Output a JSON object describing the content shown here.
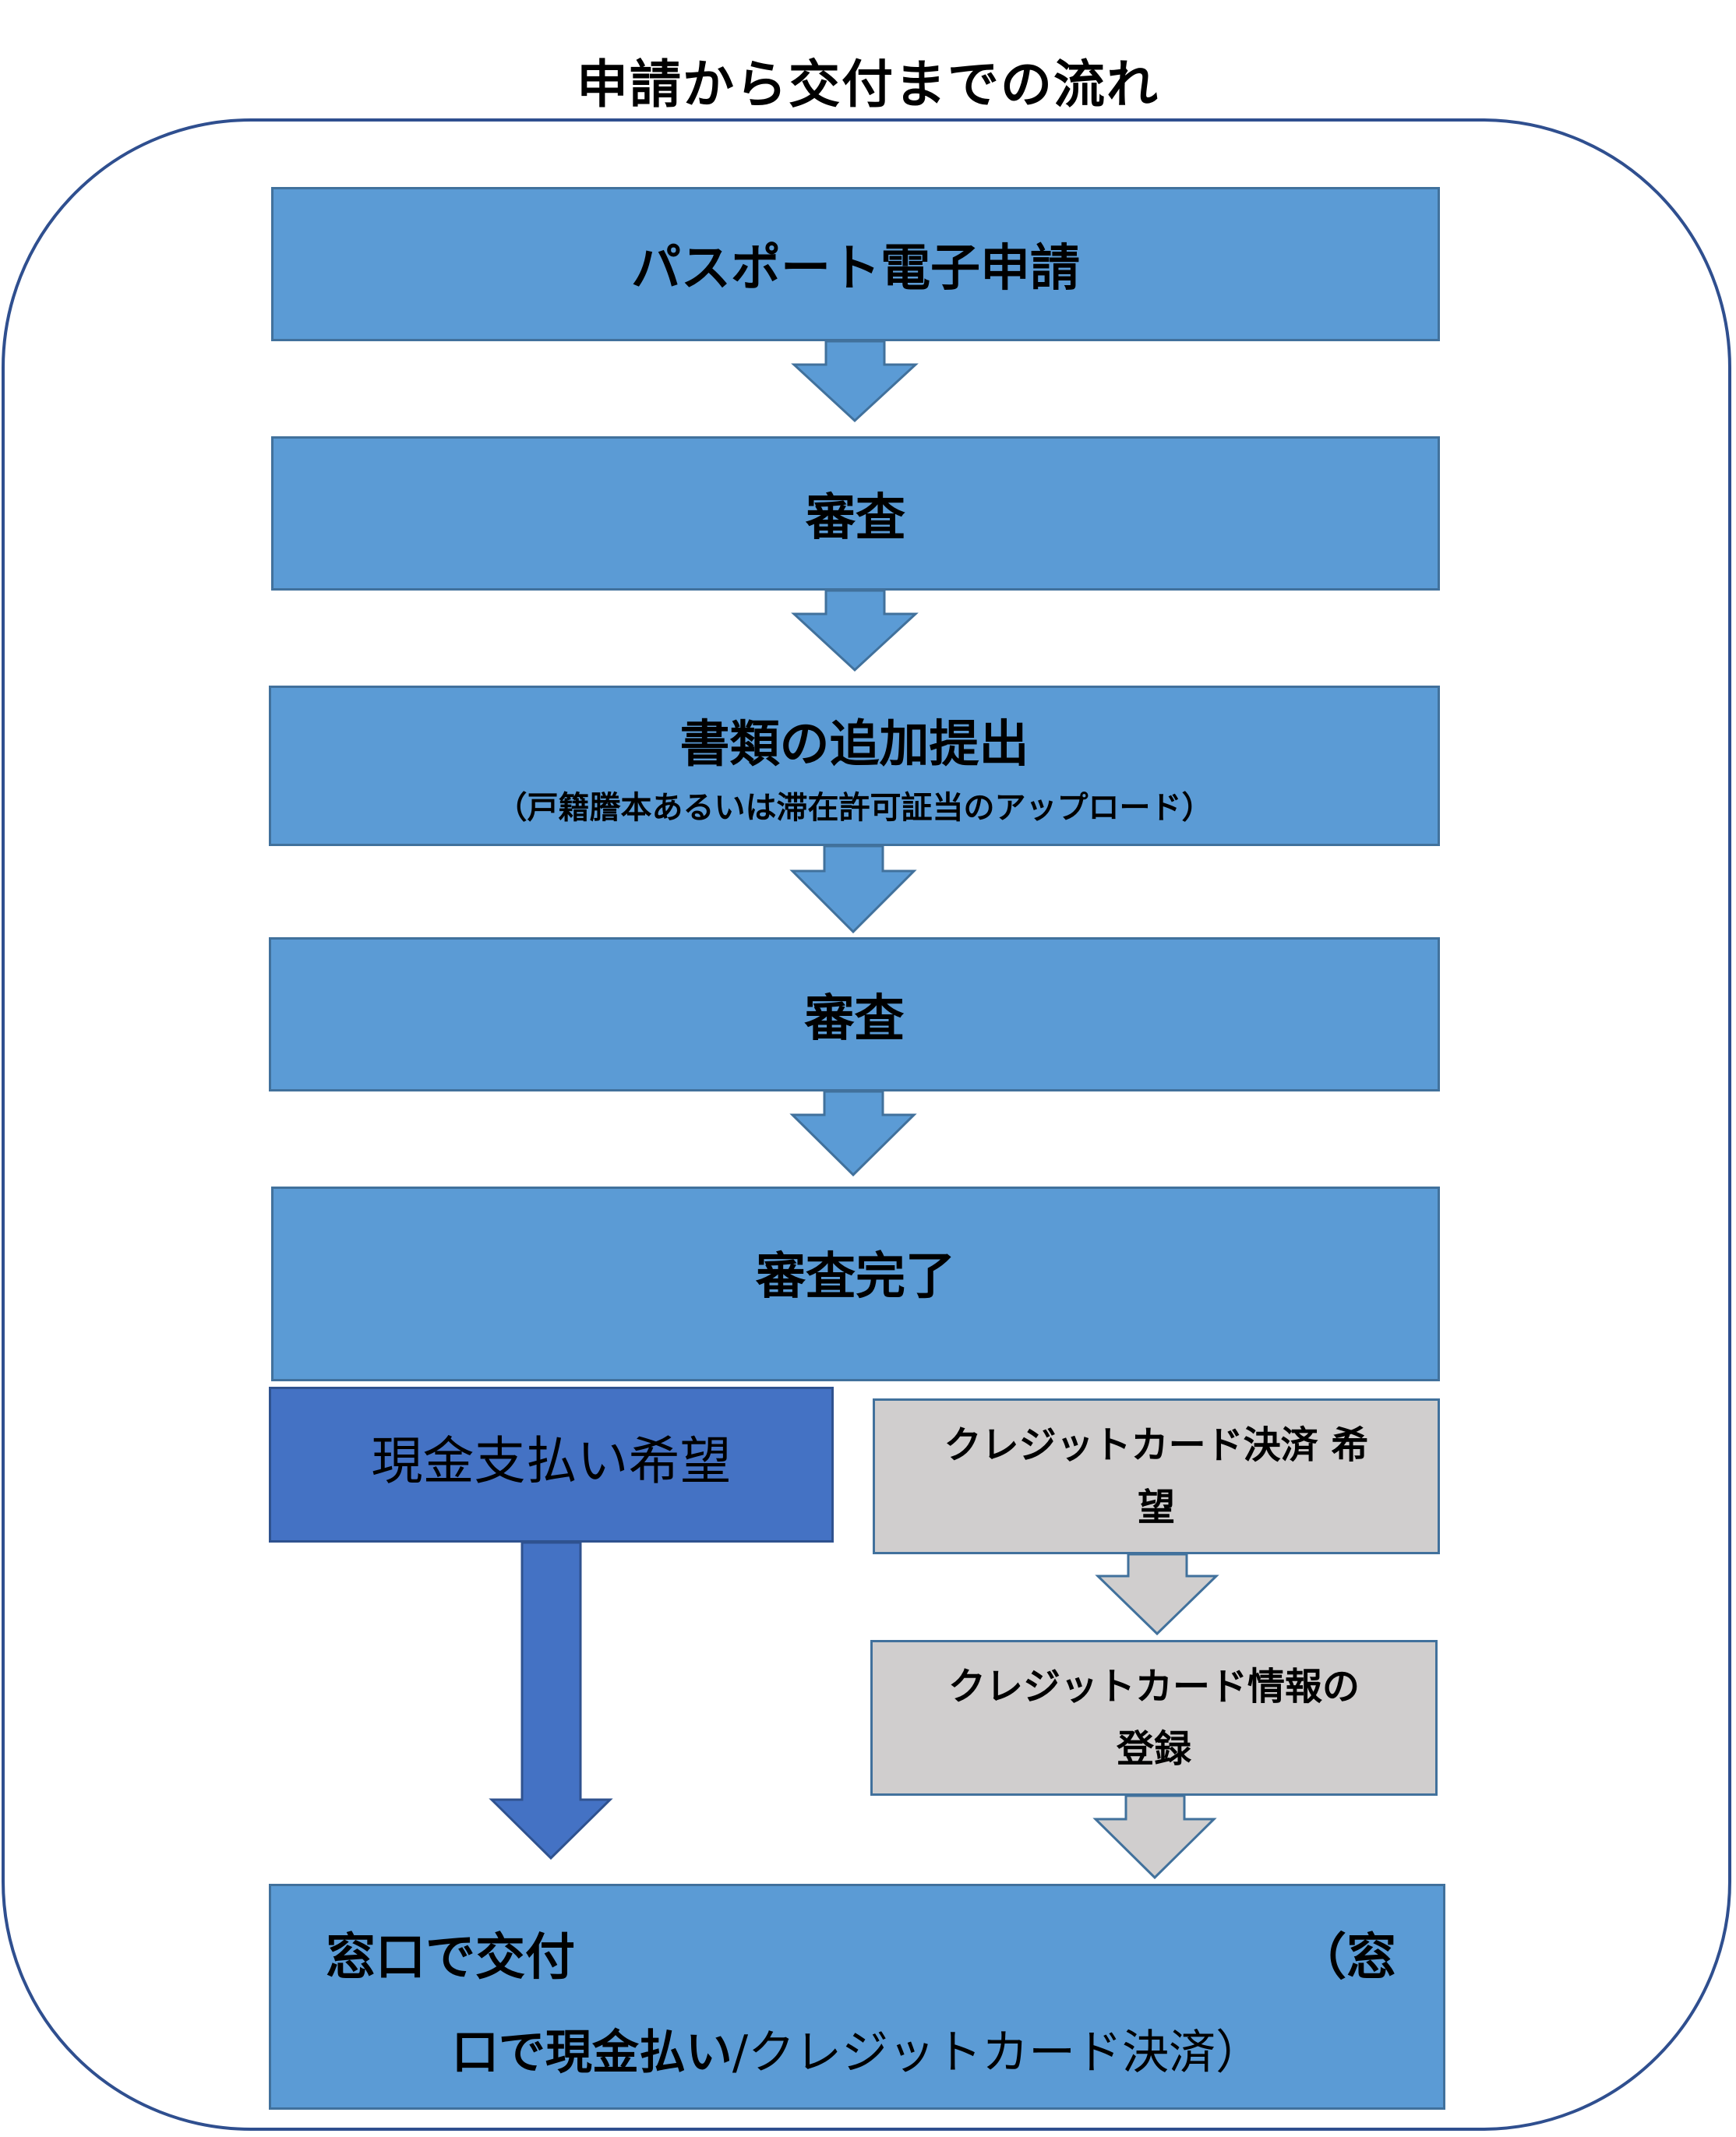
{
  "title": "申請から交付までの流れ",
  "steps": [
    {
      "label": "パスポート電子申請"
    },
    {
      "label": "審査"
    },
    {
      "label": "書類の追加提出",
      "note": "（戸籍謄本あるいは滞在許可証当のアップロード）"
    },
    {
      "label": "審査"
    },
    {
      "label": "審査完了"
    }
  ],
  "cash_branch": {
    "label": "現金支払い希望"
  },
  "card_branch": {
    "line1": "クレジットカード決済 希",
    "line2": "望",
    "register_line1": "クレジットカード情報の",
    "register_line2": "登録"
  },
  "final": {
    "label": "窓口で交付",
    "note_start": "（窓",
    "note_bold": "口で現金払い",
    "note_rest": "/クレジットカード決済）"
  },
  "colors": {
    "step_fill": "#5b9bd5",
    "step_border": "#41719c",
    "cash_fill": "#4472c4",
    "card_fill": "#d0cece",
    "frame_border": "#2f4f8f"
  }
}
